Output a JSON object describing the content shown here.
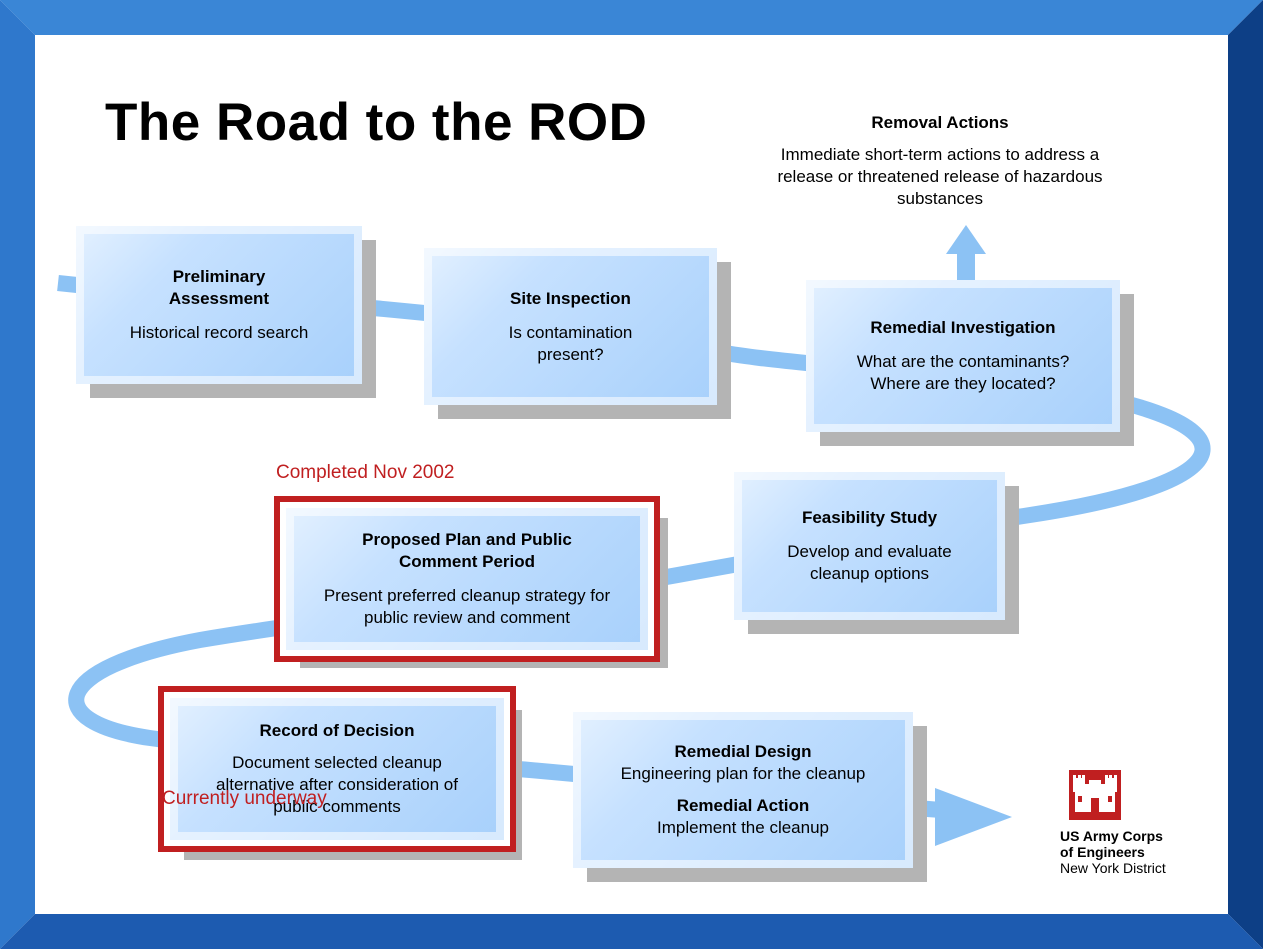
{
  "title": "The Road to the ROD",
  "colors": {
    "frame": "#2a6fc4",
    "accent_red": "#c01f20",
    "path": "#8cc2f4"
  },
  "removal": {
    "heading": "Removal Actions",
    "text": "Immediate short-term actions to address a release or threatened  release of hazardous substances"
  },
  "steps": {
    "preliminary": {
      "heading": "Preliminary Assessment",
      "body": "Historical record search"
    },
    "site_inspection": {
      "heading": "Site Inspection",
      "body": "Is contamination present?"
    },
    "remedial_investigation": {
      "heading": "Remedial Investigation",
      "body": "What are the contaminants? Where are they located?"
    },
    "feasibility": {
      "heading": "Feasibility Study",
      "body": "Develop and evaluate cleanup options"
    },
    "proposed_plan": {
      "heading": "Proposed Plan and Public Comment Period",
      "body": "Present preferred cleanup strategy for public review and comment"
    },
    "record_of_decision": {
      "heading": "Record of Decision",
      "body": "Document selected cleanup alternative after consideration of public comments"
    },
    "remedial_design": {
      "heading": "Remedial Design",
      "body": "Engineering plan for the cleanup",
      "heading2": "Remedial Action",
      "body2": "Implement the cleanup"
    }
  },
  "status": {
    "completed": "Completed Nov 2002",
    "underway": "Currently underway"
  },
  "logo": {
    "line1": "US Army Corps",
    "line2": "of Engineers",
    "line3": "New York District",
    "icon": "castle-icon"
  }
}
